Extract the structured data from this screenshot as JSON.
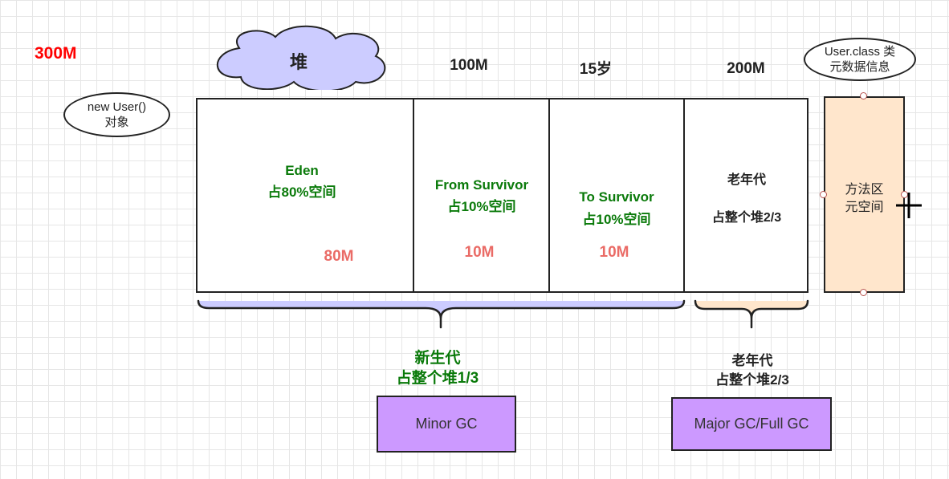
{
  "total": {
    "label": "300M",
    "color": "#ff0000"
  },
  "cloud": {
    "label": "堆",
    "fill": "#ccccff"
  },
  "object_ellipse": {
    "line1": "new User()",
    "line2": "对象"
  },
  "class_ellipse": {
    "line1": "User.class 类",
    "line2": "元数据信息"
  },
  "top_labels": {
    "young_size": "100M",
    "age": "15岁",
    "old_size": "200M"
  },
  "eden": {
    "title": "Eden",
    "share": "占80%空间",
    "size": "80M"
  },
  "from_survivor": {
    "title": "From Survivor",
    "share": "占10%空间",
    "size": "10M"
  },
  "to_survivor": {
    "title": "To Survivor",
    "share": "占10%空间",
    "size": "10M"
  },
  "old_gen": {
    "title": "老年代",
    "share": "占整个堆2/3"
  },
  "method_area": {
    "line1": "方法区",
    "line2": "元空间",
    "fill": "#ffe6cc"
  },
  "young_brace": {
    "line1": "新生代",
    "line2": "占整个堆1/3",
    "color": "#ccccff"
  },
  "old_brace": {
    "line1": "老年代",
    "line2": "占整个堆2/3",
    "color": "#ffe6cc"
  },
  "gc_buttons": {
    "minor": "Minor GC",
    "major": "Major GC/Full GC",
    "fill": "#cc99ff"
  },
  "colors": {
    "green_text": "#0a7a0a",
    "size_text": "#ea6b66"
  }
}
